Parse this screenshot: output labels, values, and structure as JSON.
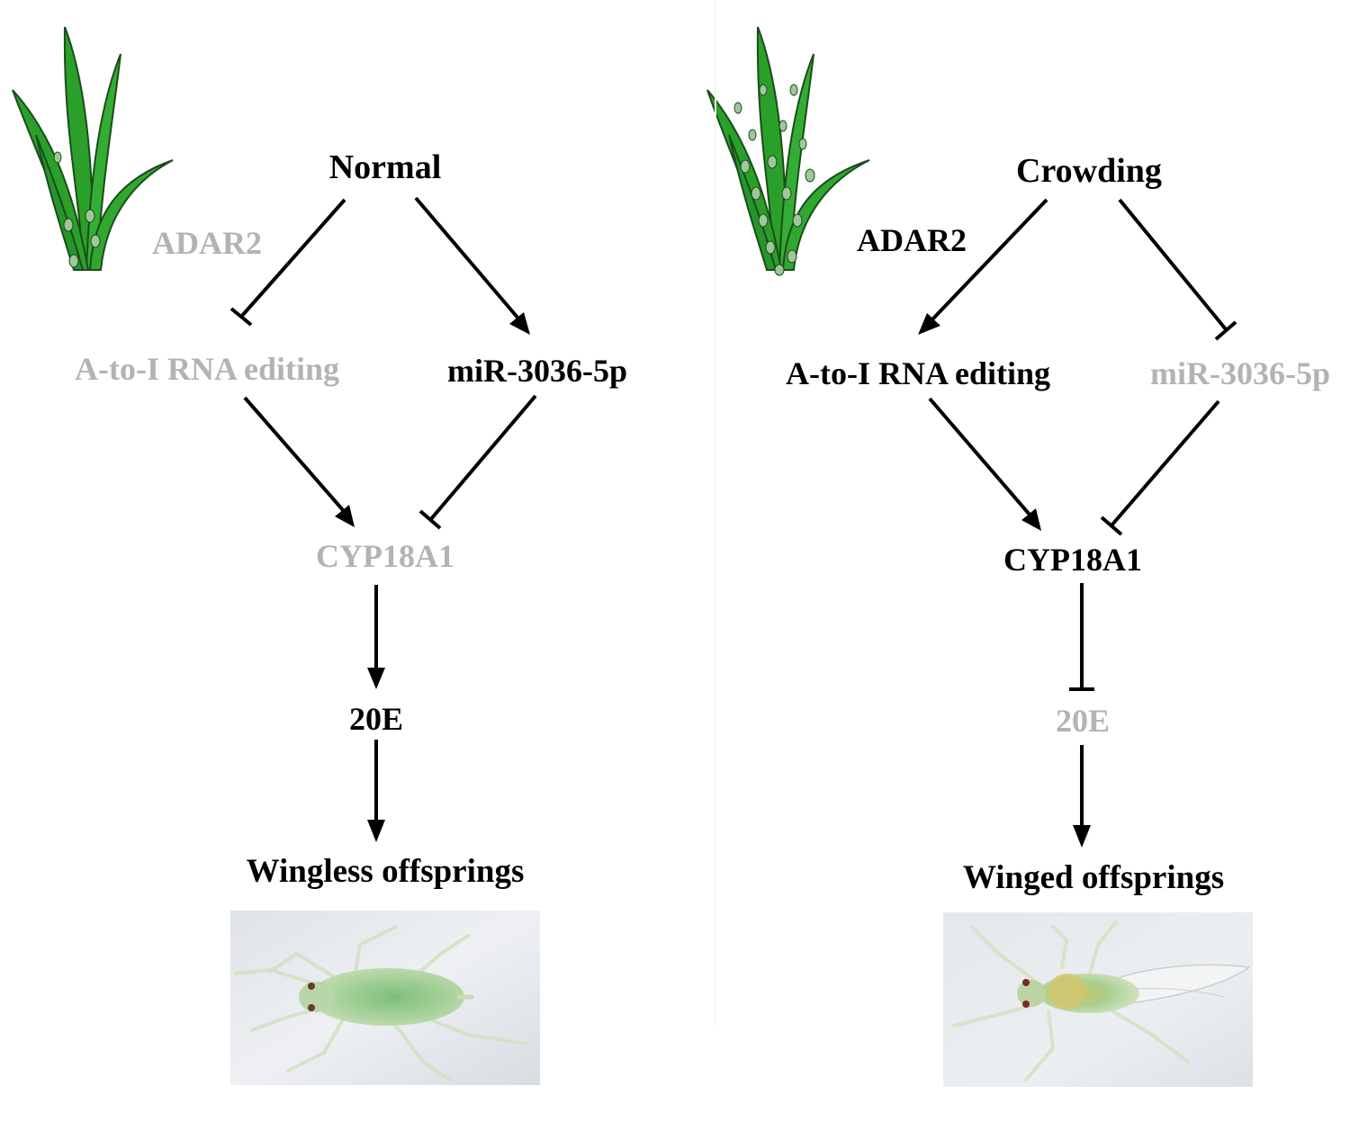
{
  "left_panel": {
    "condition": "Normal",
    "adar2": "ADAR2",
    "editing": "A-to-I RNA editing",
    "mirna": "miR-3036-5p",
    "cyp": "CYP18A1",
    "hormone": "20E",
    "outcome": "Wingless offsprings",
    "muted_nodes": [
      "ADAR2",
      "A-to-I RNA editing",
      "CYP18A1"
    ],
    "photo_icon": "wingless-aphid-photo"
  },
  "right_panel": {
    "condition": "Crowding",
    "adar2": "ADAR2",
    "editing": "A-to-I RNA editing",
    "mirna": "miR-3036-5p",
    "cyp": "CYP18A1",
    "hormone": "20E",
    "outcome": "Winged offsprings",
    "muted_nodes": [
      "miR-3036-5p",
      "20E"
    ],
    "photo_icon": "winged-aphid-photo"
  },
  "colors": {
    "active_text": "#000000",
    "muted_text": "#b3b3b3",
    "edge": "#000000",
    "plant_green": "#2aa02a",
    "plant_outline": "#1a4d1a",
    "aphid_body": "#a8cf9a",
    "photo_background": "#e8ebef"
  },
  "edges": [
    {
      "panel": "left",
      "from": "condition",
      "to": "editing",
      "type": "inhibit"
    },
    {
      "panel": "left",
      "from": "condition",
      "to": "mirna",
      "type": "activate"
    },
    {
      "panel": "left",
      "from": "editing",
      "to": "cyp",
      "type": "activate"
    },
    {
      "panel": "left",
      "from": "mirna",
      "to": "cyp",
      "type": "inhibit"
    },
    {
      "panel": "left",
      "from": "cyp",
      "to": "hormone",
      "type": "activate"
    },
    {
      "panel": "left",
      "from": "hormone",
      "to": "outcome",
      "type": "activate"
    },
    {
      "panel": "right",
      "from": "condition",
      "to": "editing",
      "type": "activate"
    },
    {
      "panel": "right",
      "from": "condition",
      "to": "mirna",
      "type": "inhibit"
    },
    {
      "panel": "right",
      "from": "editing",
      "to": "cyp",
      "type": "activate"
    },
    {
      "panel": "right",
      "from": "mirna",
      "to": "cyp",
      "type": "inhibit"
    },
    {
      "panel": "right",
      "from": "cyp",
      "to": "hormone",
      "type": "inhibit"
    },
    {
      "panel": "right",
      "from": "hormone",
      "to": "outcome",
      "type": "activate"
    }
  ],
  "icons": [
    "rice-plant-few-aphids-icon",
    "rice-plant-crowded-aphids-icon"
  ]
}
